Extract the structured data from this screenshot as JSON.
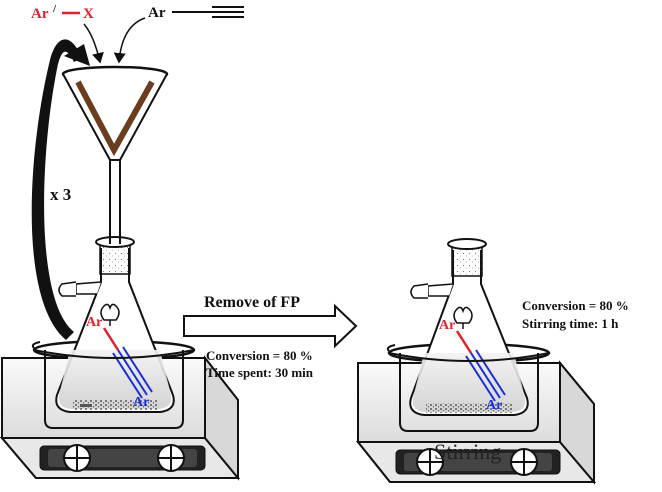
{
  "reagents": {
    "aryl_halide_ar": "Ar",
    "aryl_halide_prime": "/",
    "aryl_halide_x": "X",
    "alkyne_ar": "Ar"
  },
  "cycle_label": "x 3",
  "arrow_label": "Remove of FP",
  "left_flask": {
    "product_ar_top": "Ar",
    "product_ar_bottom": "Ar",
    "conversion": "Conversion = 80 %",
    "time": "Time spent: 30 min"
  },
  "right_flask": {
    "product_ar_top": "Ar",
    "product_ar_bottom": "Ar",
    "conversion": "Conversion = 80 %",
    "time": "Stirring time: 1 h",
    "stirring_label": "Stirring"
  },
  "colors": {
    "halide": "#e0202a",
    "alkyne_bond": "#1a2fd6",
    "filter_paper": "#6b3d1f"
  },
  "icons": [
    "funnel-icon",
    "filter-flask-icon",
    "hotplate-stirrer-icon",
    "beaker-icon",
    "arrow-right-icon",
    "recycle-arrow-icon"
  ]
}
